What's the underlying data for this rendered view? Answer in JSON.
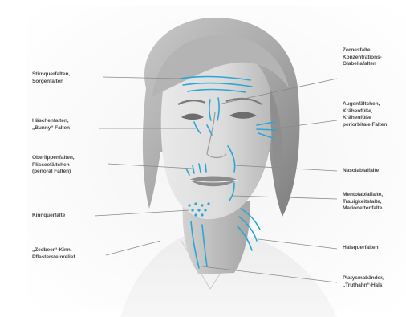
{
  "labels": {
    "left": [
      {
        "id": "forehead",
        "text": "Stirnquerfalten,\nSorgenfalten"
      },
      {
        "id": "nose",
        "text": "Häschenfalten,\n„Bunny“ Falten"
      },
      {
        "id": "upper-lip",
        "text": "Oberlippenfalten,\nPlisseefältchen\n(perioral Falten)"
      },
      {
        "id": "chin",
        "text": "Kinnquerfalte"
      },
      {
        "id": "decollete",
        "text": "„Zedbeer“-Kinn,\nPflastersteinrelief"
      }
    ],
    "right": [
      {
        "id": "glabella",
        "text": "Zornesfalte,\nKonzentrations-\nGlabellafalten"
      },
      {
        "id": "crows-feet",
        "text": "Augenfältchen,\nKrähenfüße,\nKrähenfüße\nperiorbitale Falten"
      },
      {
        "id": "nasolabial",
        "text": "Nasolabialfalte"
      },
      {
        "id": "marionette",
        "text": "Mentolabialfalte,\nTrauigkeitsfalte,\nMarionettenfalte"
      },
      {
        "id": "neck",
        "text": "Halsquerfalten"
      },
      {
        "id": "platysma",
        "text": "Platysmabänder,\n„Truthahn“-Hals"
      }
    ]
  },
  "colors": {
    "accent": "#2aa6d6",
    "leader": "#8a8a8a",
    "label": "#4a4a4a"
  }
}
